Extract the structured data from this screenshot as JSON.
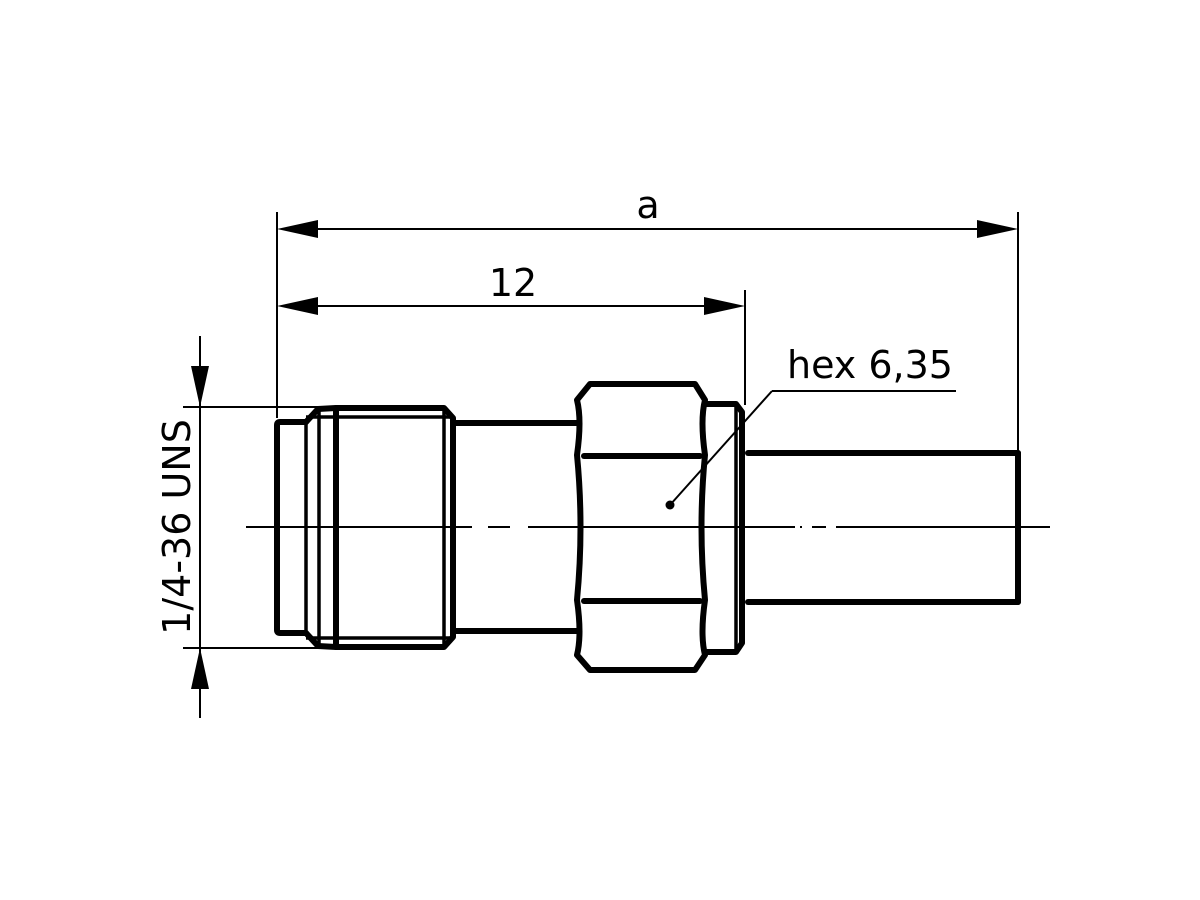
{
  "drawing": {
    "title": "Connector technical drawing",
    "colors": {
      "line": "#000000",
      "background": "#ffffff"
    },
    "dimensions": {
      "overall_length": {
        "label": "a"
      },
      "reference_length": {
        "label": "12"
      },
      "thread": {
        "label": "1/4-36 UNS"
      },
      "hex": {
        "label": "hex 6,35"
      }
    },
    "parts": [
      "thread-coupling-section",
      "body-section",
      "hex-nut",
      "flange-ring",
      "pin-section"
    ]
  }
}
